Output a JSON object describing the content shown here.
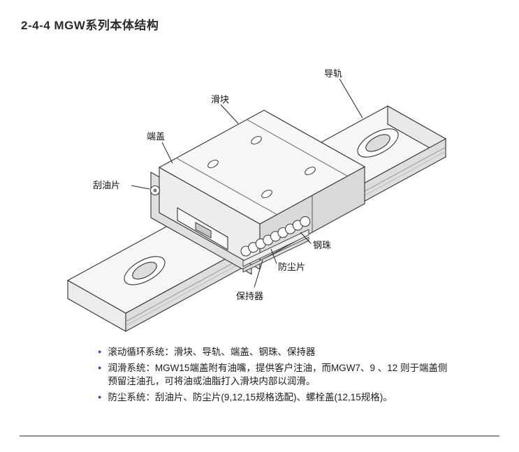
{
  "page": {
    "title": "2-4-4 MGW系列本体结构"
  },
  "theme": {
    "bullet-color": "#27519e",
    "rule-color": "#8f8f8f",
    "text-color": "#1c1c1c",
    "line-color": "#333333"
  },
  "diagram": {
    "labels": {
      "rail": "导轨",
      "block": "滑块",
      "endcap": "端盖",
      "scraper": "刮油片",
      "balls": "钢珠",
      "dust": "防尘片",
      "retainer": "保持器"
    }
  },
  "notes": {
    "bullet_glyph": "●",
    "items": [
      "滚动循环系统：滑块、导轨、端盖、钢珠、保持器",
      "润滑系统：MGW15端盖附有油嘴，提供客户注油，而MGW7、9 、12 则于端盖侧预留注油孔，可将油或油脂打入滑块内部以润滑。",
      "防尘系统：刮油片、防尘片(9,12,15规格选配)、螺栓盖(12,15规格)。"
    ]
  }
}
